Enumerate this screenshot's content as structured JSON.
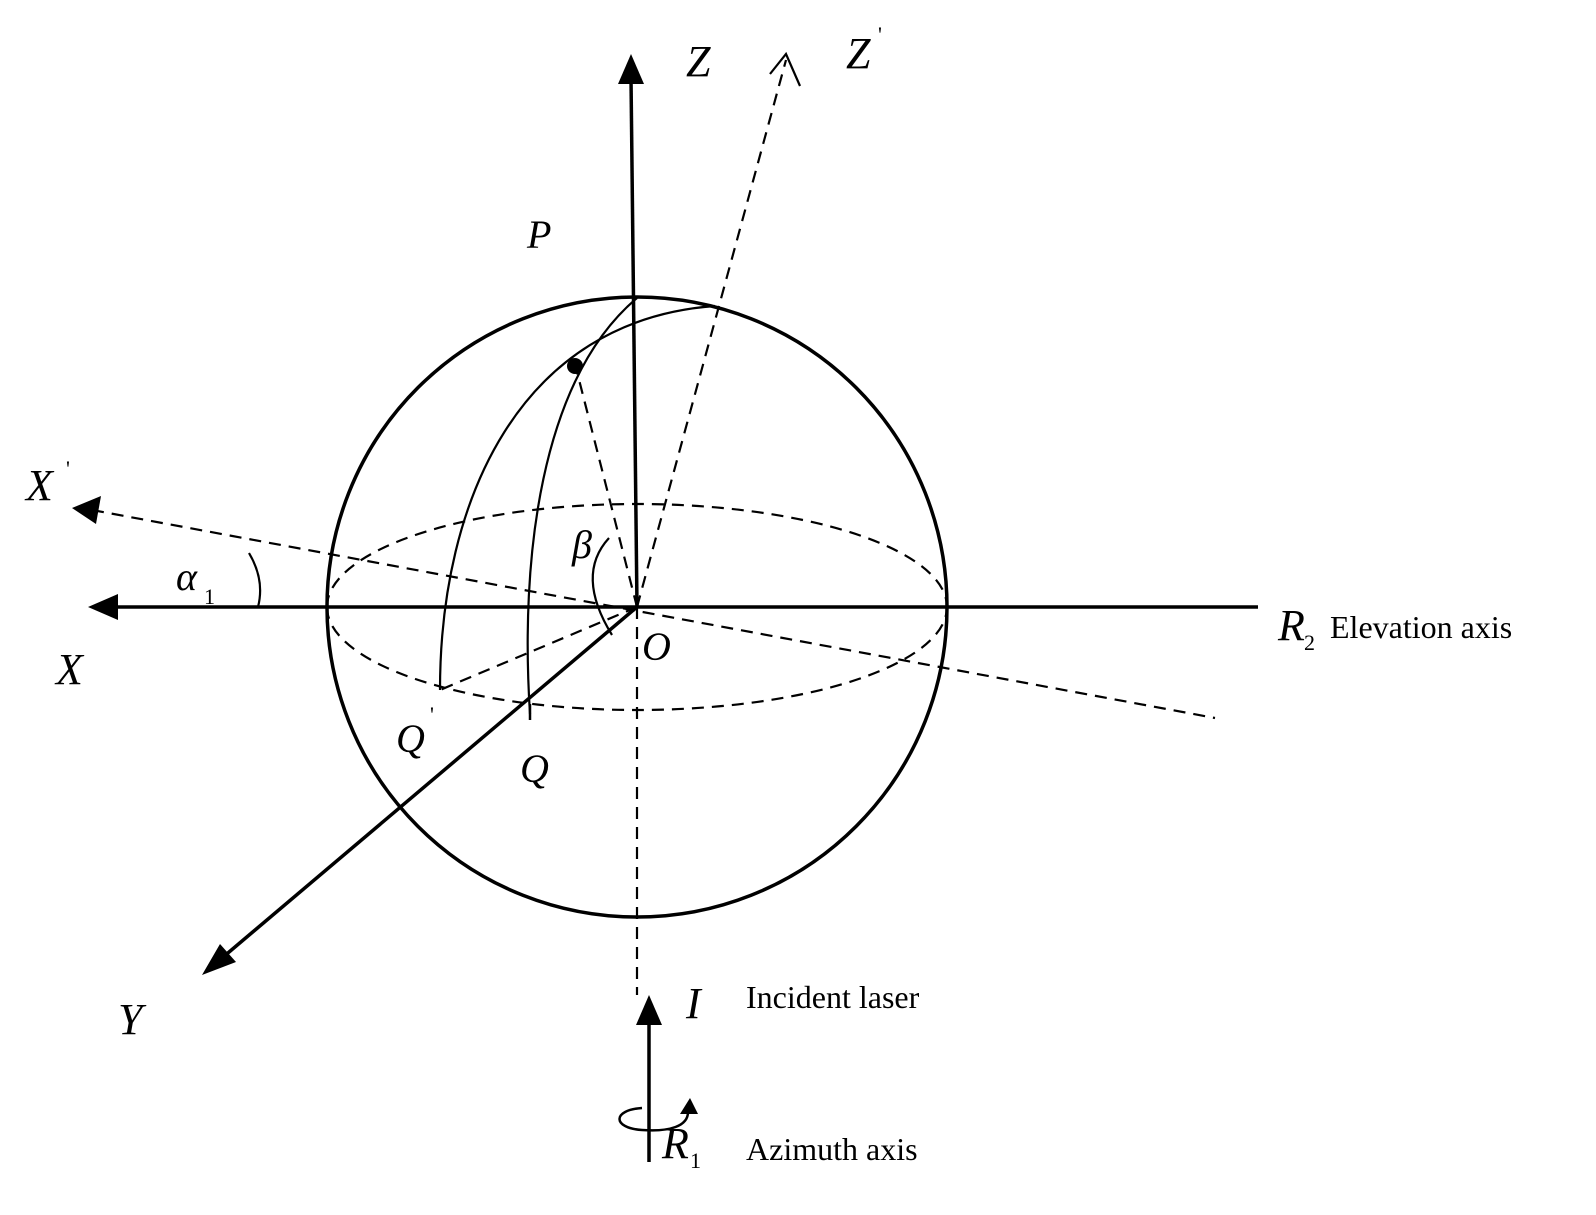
{
  "labels": {
    "z": "Z",
    "z_prime": "Z",
    "x": "X",
    "x_prime": "X",
    "y": "Y",
    "p": "P",
    "o": "O",
    "q": "Q",
    "q_prime": "Q",
    "beta": "β",
    "alpha": "α",
    "alpha_sub": "1",
    "prime_mark": "'",
    "i": "I",
    "r1": "R",
    "r1_sub": "1",
    "r2": "R",
    "r2_sub": "2"
  },
  "descriptions": {
    "incident_laser": "Incident laser",
    "azimuth_axis": "Azimuth axis",
    "elevation_axis": "Elevation axis"
  }
}
